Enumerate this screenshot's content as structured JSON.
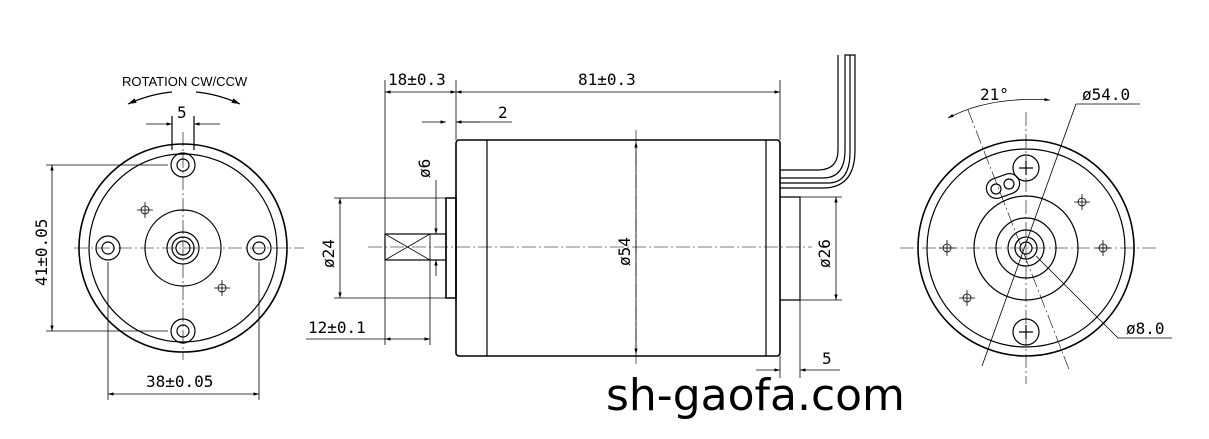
{
  "rotation_label": "ROTATION CW/CCW",
  "front_view": {
    "dim_5_top": "5",
    "dim_41": "41±0.05",
    "dim_38": "38±0.05"
  },
  "side_view": {
    "dim_18": "18±0.3",
    "dim_81": "81±0.3",
    "dim_2": "2",
    "dim_d6": "ø6",
    "dim_d24": "ø24",
    "dim_d54": "ø54",
    "dim_d26": "ø26",
    "dim_12": "12±0.1",
    "dim_5_bottom": "5"
  },
  "rear_view": {
    "dim_angle": "21°",
    "dim_d54_0": "ø54.0",
    "dim_d8_0": "ø8.0"
  },
  "watermark": "sh-gaofa.com"
}
